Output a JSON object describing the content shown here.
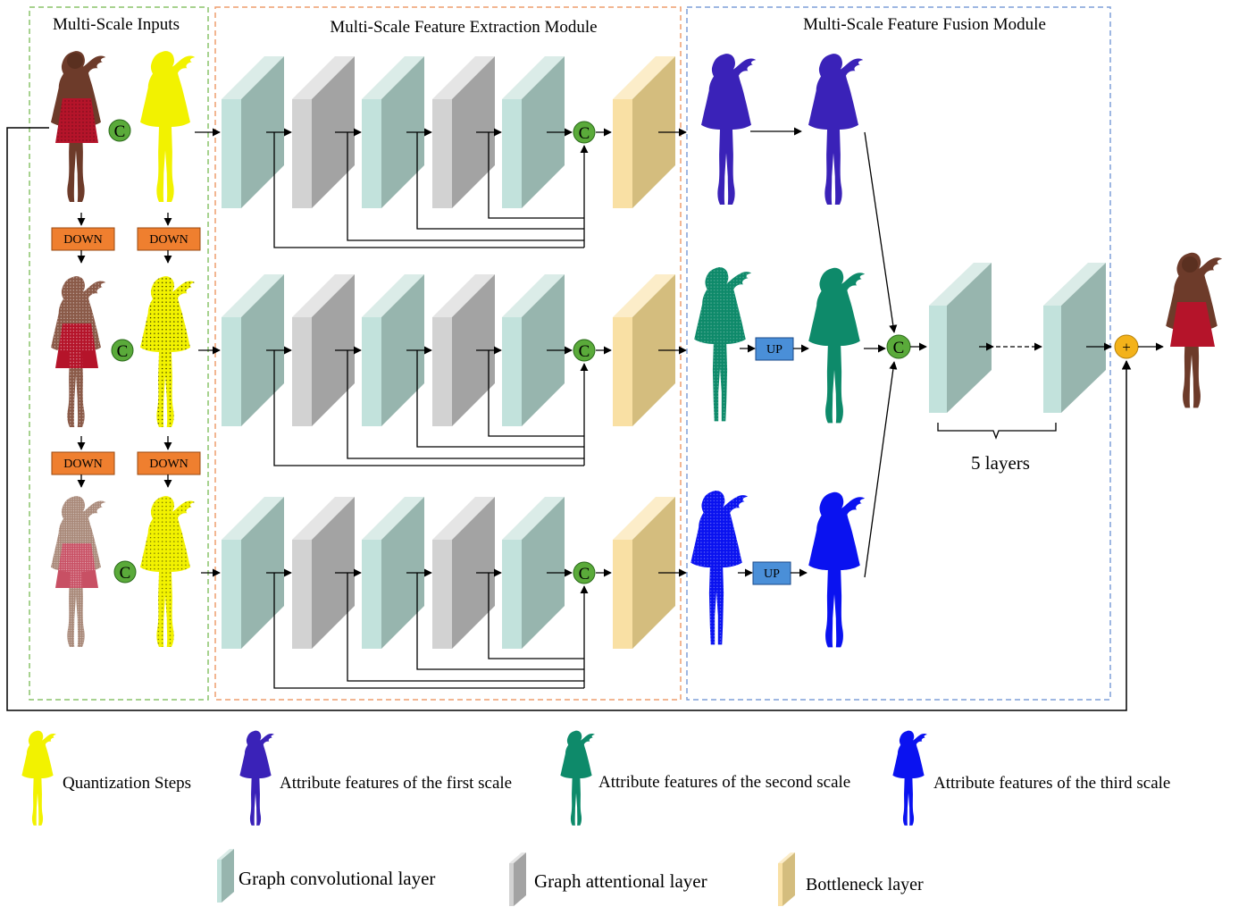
{
  "modules": {
    "inputs_title": "Multi-Scale Inputs",
    "extraction_title": "Multi-Scale Feature Extraction Module",
    "fusion_title": "Multi-Scale Feature Fusion Module"
  },
  "ops": {
    "concat": "C",
    "down": "DOWN",
    "up": "UP",
    "add": "+"
  },
  "fusion": {
    "layers_label": "5 layers"
  },
  "legend": {
    "quantization": "Quantization Steps",
    "first_scale": "Attribute features of the first scale",
    "second_scale": "Attribute features of the second scale",
    "third_scale": "Attribute features of the third scale",
    "gcn": "Graph convolutional layer",
    "gat": "Graph attentional layer",
    "bottleneck": "Bottleneck layer"
  },
  "colors": {
    "gcn_front": "#c2e2dc",
    "gcn_side": "#97b5ae",
    "gat_front": "#d2d2d2",
    "gat_side": "#a3a3a3",
    "bottleneck_front": "#f9e0a4",
    "bottleneck_side": "#d4bd7e",
    "first_scale": "#3a22b8",
    "second_scale": "#0e8a6a",
    "third_scale": "#0a12f0",
    "quantization": "#f2f200",
    "down_box": "#ef7f2f",
    "up_box": "#4a8fd8",
    "concat_circle": "#5aaa3a",
    "add_circle": "#f3b21a",
    "inputs_border": "#8ac46a",
    "extraction_border": "#ee9e6e",
    "fusion_border": "#7f9fd8"
  }
}
